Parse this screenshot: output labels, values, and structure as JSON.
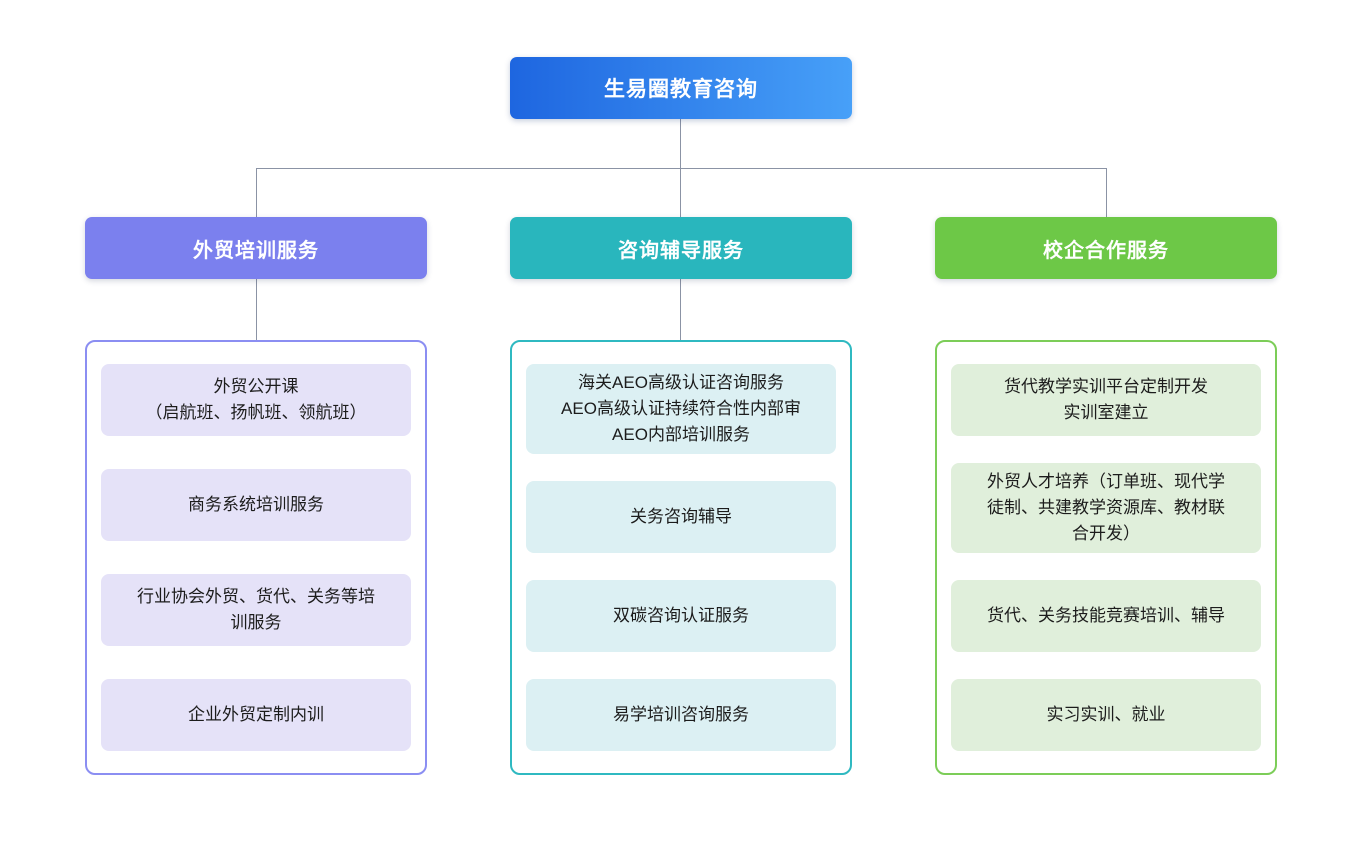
{
  "root": {
    "label": "生易圈教育咨询"
  },
  "colors": {
    "root_gradient_left": "#1e66e0",
    "root_gradient_right": "#47a0f8",
    "connector": "#8b93a5",
    "branch_trade_training": "#7b80ee",
    "branch_consulting": "#29b6bd",
    "branch_school_enterprise": "#6dc847",
    "item_bg_trade_training": "#e5e2f8",
    "item_bg_consulting": "#dcf0f3",
    "item_bg_school_enterprise": "#e0efdb"
  },
  "columns": [
    {
      "header": "外贸培训服务",
      "items": [
        {
          "text": "外贸公开课\n（启航班、扬帆班、领航班）"
        },
        {
          "text": "商务系统培训服务"
        },
        {
          "text": "行业协会外贸、货代、关务等培\n训服务"
        },
        {
          "text": "企业外贸定制内训"
        }
      ]
    },
    {
      "header": "咨询辅导服务",
      "items": [
        {
          "text": "海关AEO高级认证咨询服务\nAEO高级认证持续符合性内部审\nAEO内部培训服务"
        },
        {
          "text": "关务咨询辅导"
        },
        {
          "text": "双碳咨询认证服务"
        },
        {
          "text": "易学培训咨询服务"
        }
      ]
    },
    {
      "header": "校企合作服务",
      "items": [
        {
          "text": "货代教学实训平台定制开发\n实训室建立"
        },
        {
          "text": "外贸人才培养（订单班、现代学\n徒制、共建教学资源库、教材联\n合开发）"
        },
        {
          "text": "货代、关务技能竞赛培训、辅导"
        },
        {
          "text": "实习实训、就业"
        }
      ]
    }
  ]
}
